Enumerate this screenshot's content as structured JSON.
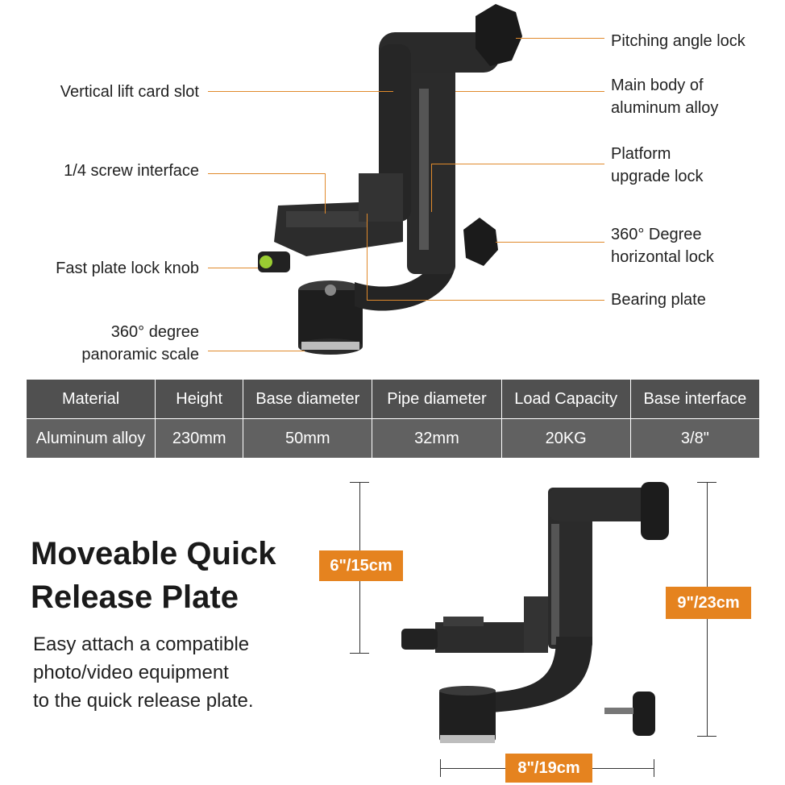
{
  "callouts": {
    "pitching_angle_lock": "Pitching angle lock",
    "main_body_line1": "Main body of",
    "main_body_line2": "aluminum alloy",
    "platform_line1": "Platform",
    "platform_line2": "upgrade lock",
    "horizontal_line1": "360° Degree",
    "horizontal_line2": "horizontal lock",
    "bearing_plate": "Bearing plate",
    "vertical_lift": "Vertical lift card slot",
    "screw_interface": "1/4 screw interface",
    "fast_plate": "Fast plate lock knob",
    "panoramic_line1": "360° degree",
    "panoramic_line2": "panoramic scale"
  },
  "spec_table": {
    "headers": [
      "Material",
      "Height",
      "Base diameter",
      "Pipe diameter",
      "Load Capacity",
      "Base interface"
    ],
    "values": [
      "Aluminum alloy",
      "230mm",
      "50mm",
      "32mm",
      "20KG",
      "3/8\""
    ]
  },
  "feature": {
    "title_line1": "Moveable Quick",
    "title_line2": "Release Plate",
    "desc_line1": "Easy attach a compatible",
    "desc_line2": "photo/video equipment",
    "desc_line3": "to the quick release plate."
  },
  "dimensions": {
    "arm_height": "6\"/15cm",
    "total_height": "9\"/23cm",
    "width": "8\"/19cm"
  },
  "colors": {
    "accent": "#e5831f",
    "table_header": "#505050",
    "table_row": "#616161"
  }
}
